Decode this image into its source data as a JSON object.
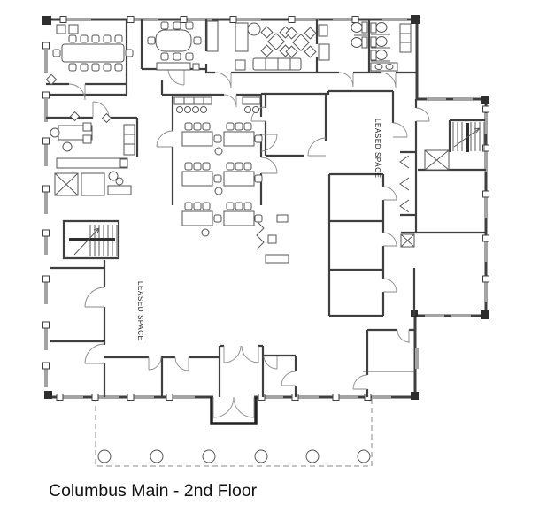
{
  "drawing": {
    "title": "Columbus Main - 2nd Floor",
    "labels": {
      "leased_space_right": "LEASED SPACE",
      "leased_space_left": "LEASED SPACE"
    },
    "colors": {
      "background": "#ffffff",
      "wall": "#3f3f3f",
      "window": "#a4a4a4",
      "text": "#111111"
    }
  }
}
